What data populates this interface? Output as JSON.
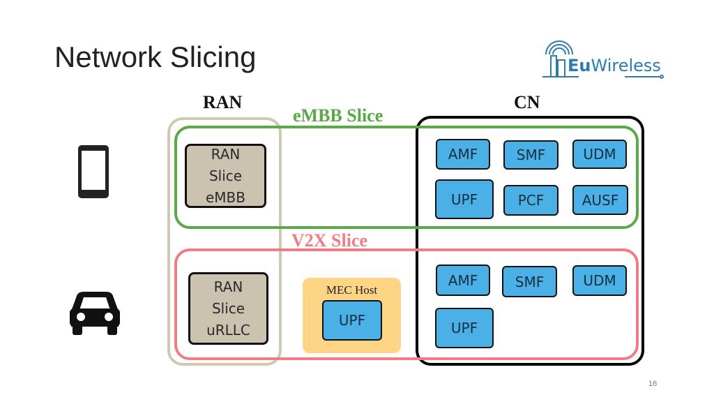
{
  "title": "Network Slicing",
  "logo": {
    "text_eu": "Eu",
    "text_rest": "Wireless",
    "color": "#2e7bb0"
  },
  "ran_heading": "RAN",
  "cn_heading": "CN",
  "embb_slice": {
    "label": "eMBB Slice",
    "color": "#5aa848",
    "ran_box": [
      "RAN",
      "Slice",
      "eMBB"
    ],
    "functions": [
      "AMF",
      "SMF",
      "UDM",
      "UPF",
      "PCF",
      "AUSF"
    ]
  },
  "v2x_slice": {
    "label": "V2X Slice",
    "color": "#f07c86",
    "ran_box": [
      "RAN",
      "Slice",
      "uRLLC"
    ],
    "mec_host": {
      "label": "MEC Host",
      "function": "UPF"
    },
    "functions": [
      "AMF",
      "SMF",
      "UDM",
      "UPF"
    ]
  },
  "icons": [
    "phone-icon",
    "car-icon"
  ],
  "page_number": "16",
  "colors": {
    "ran_frame": "#cfc9b3",
    "cn_frame": "#000000",
    "nf_fill": "#4bb0e6",
    "ran_box_fill": "#cbc3b0",
    "mec_fill": "#fdd585"
  }
}
